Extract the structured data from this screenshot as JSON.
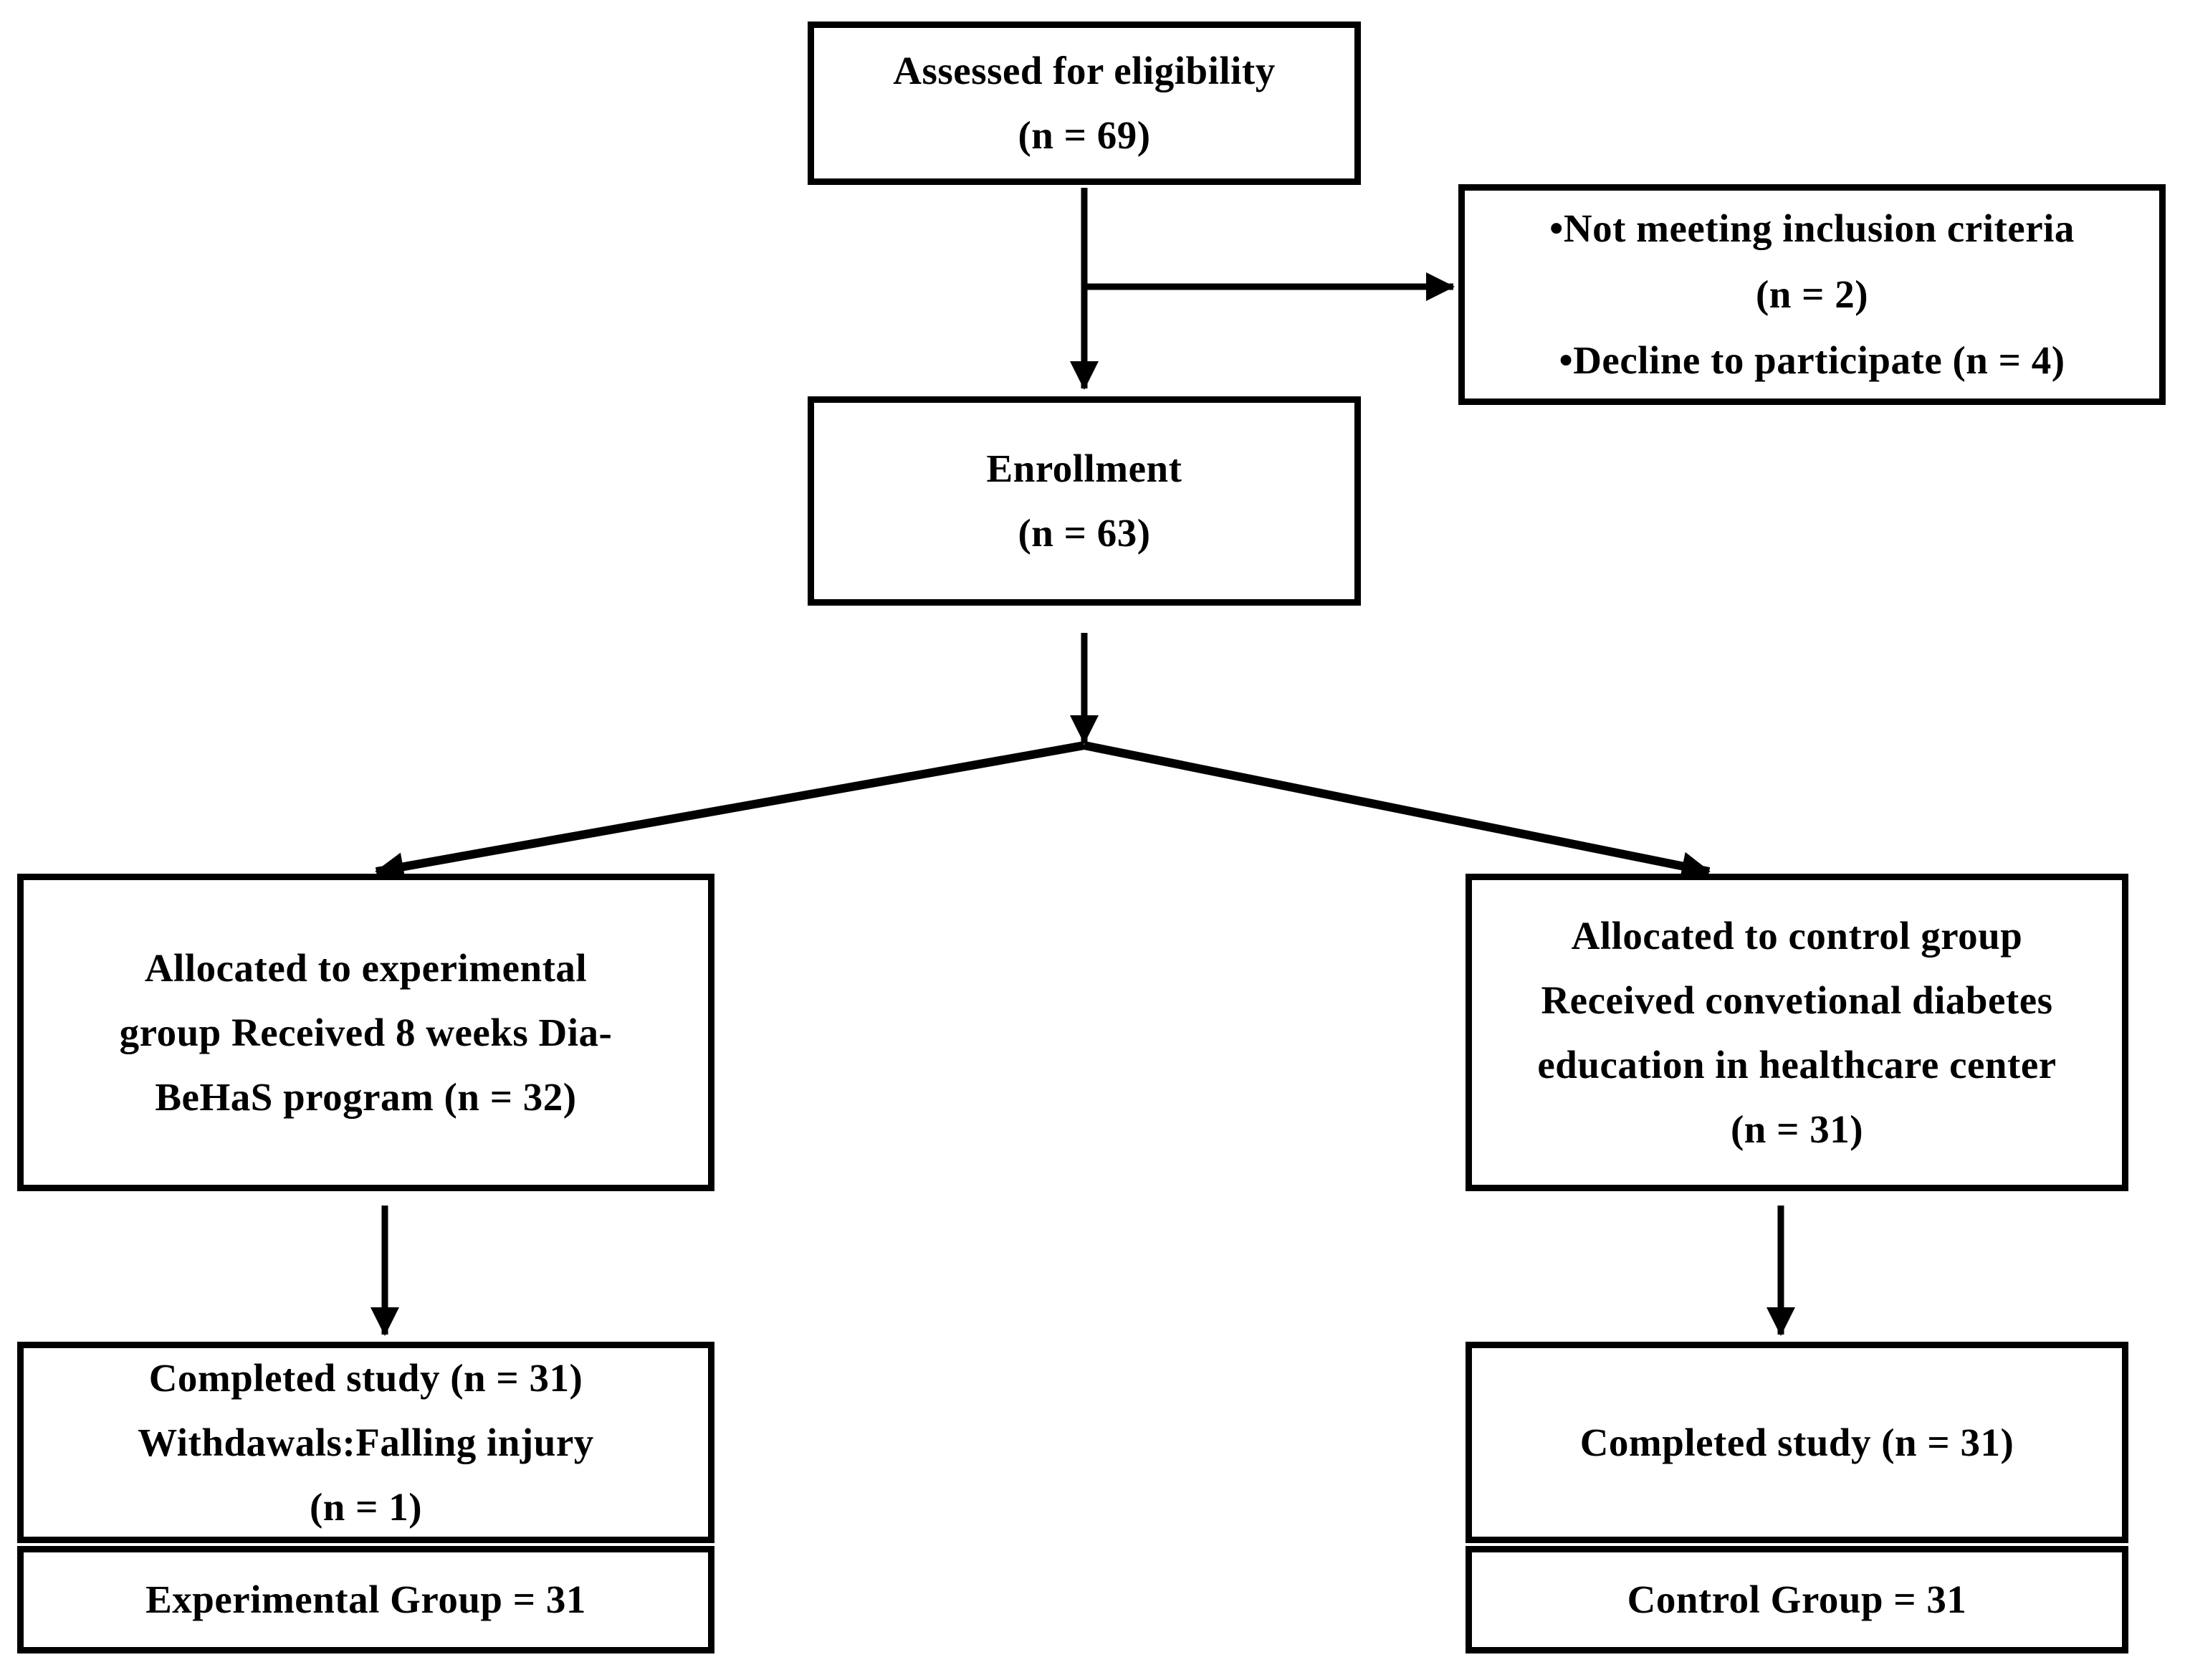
{
  "flowchart": {
    "description": "Participant flow diagram",
    "colors": {
      "box_border": "#000000",
      "arrow": "#000000",
      "text": "#000000",
      "background": "#ffffff"
    },
    "boxes": {
      "assessed": {
        "lines": [
          "Assessed for eligibility",
          "(n = 69)"
        ]
      },
      "excluded": {
        "lines": [
          "•Not meeting inclusion criteria",
          "(n = 2)",
          "•Decline to participate (n = 4)"
        ]
      },
      "enrollment": {
        "lines": [
          "Enrollment",
          "(n = 63)"
        ]
      },
      "allocated_experimental": {
        "lines": [
          "Allocated to experimental",
          "group Received 8 weeks Dia-",
          "BeHaS program (n = 32)"
        ]
      },
      "allocated_control": {
        "lines": [
          "Allocated to control group",
          "Received convetional diabetes",
          "education in healthcare center",
          "(n = 31)"
        ]
      },
      "completed_experimental": {
        "lines": [
          "Completed study (n = 31)",
          "Withdawals:Falling injury",
          "(n = 1)"
        ]
      },
      "experimental_group_total": {
        "lines": [
          "Experimental Group = 31"
        ]
      },
      "completed_control": {
        "lines": [
          "Completed study (n = 31)"
        ]
      },
      "control_group_total": {
        "lines": [
          "Control Group = 31"
        ]
      }
    }
  }
}
